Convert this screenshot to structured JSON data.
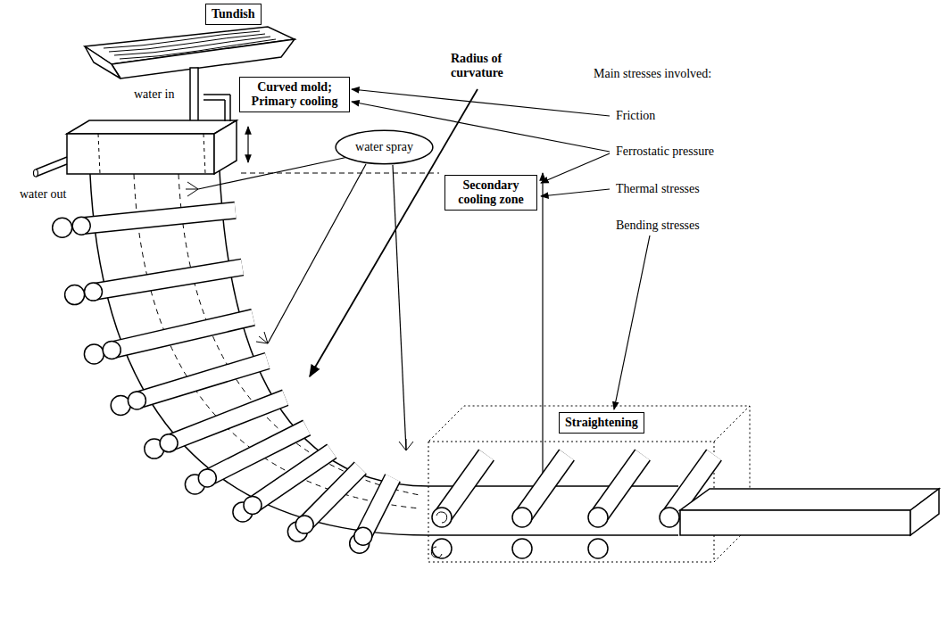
{
  "diagram": {
    "nodes": [
      {
        "text": [
          "Tundish"
        ]
      },
      {
        "text": [
          "Curved mold; Primary cooling"
        ]
      },
      {
        "text": [
          "water spray"
        ]
      },
      {
        "text": [
          "Secondary cooling zone"
        ]
      },
      {
        "text": [
          "Straightening"
        ]
      }
    ],
    "labels": [
      "water in",
      "water out",
      "Radius of curvature",
      "Main stresses involved:",
      "Friction",
      "Ferrostatic pressure",
      "Thermal stresses",
      "Bending stresses"
    ]
  }
}
